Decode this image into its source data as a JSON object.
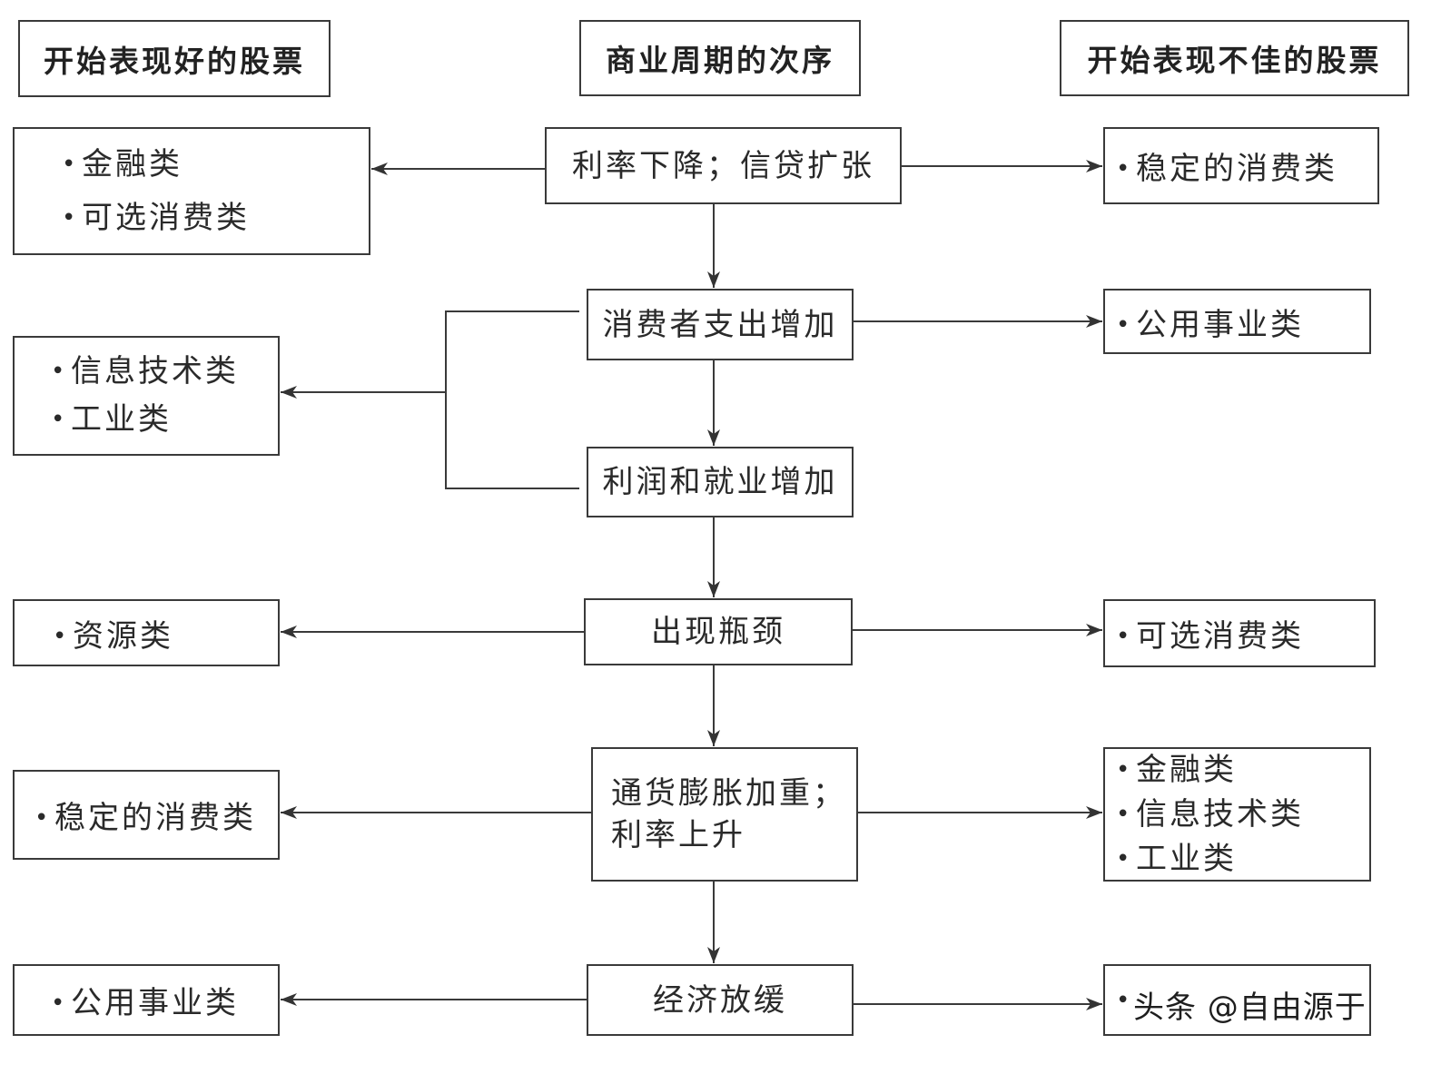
{
  "headers": {
    "outperform": "开始表现好的股票",
    "sequence": "商业周期的次序",
    "underperform": "开始表现不佳的股票"
  },
  "cycle": [
    {
      "lines": [
        "利率下降；信贷扩张"
      ]
    },
    {
      "lines": [
        "消费者支出增加"
      ]
    },
    {
      "lines": [
        "利润和就业增加"
      ]
    },
    {
      "lines": [
        "出现瓶颈"
      ]
    },
    {
      "lines": [
        "通货膨胀加重；",
        "利率上升"
      ]
    },
    {
      "lines": [
        "经济放缓"
      ]
    }
  ],
  "outperform": [
    [
      "金融类",
      "可选消费类"
    ],
    [
      "信息技术类",
      "工业类"
    ],
    [
      "资源类"
    ],
    [
      "稳定的消费类"
    ],
    [
      "公用事业类"
    ]
  ],
  "underperform": [
    [
      "稳定的消费类"
    ],
    [
      "公用事业类"
    ],
    [
      "可选消费类"
    ],
    [
      "金融类",
      "信息技术类",
      "工业类"
    ],
    []
  ],
  "watermark": "头条 @自由源于",
  "colors": {
    "line": "#3a3a3a",
    "text": "#2a2a2a",
    "background": "#ffffff"
  }
}
